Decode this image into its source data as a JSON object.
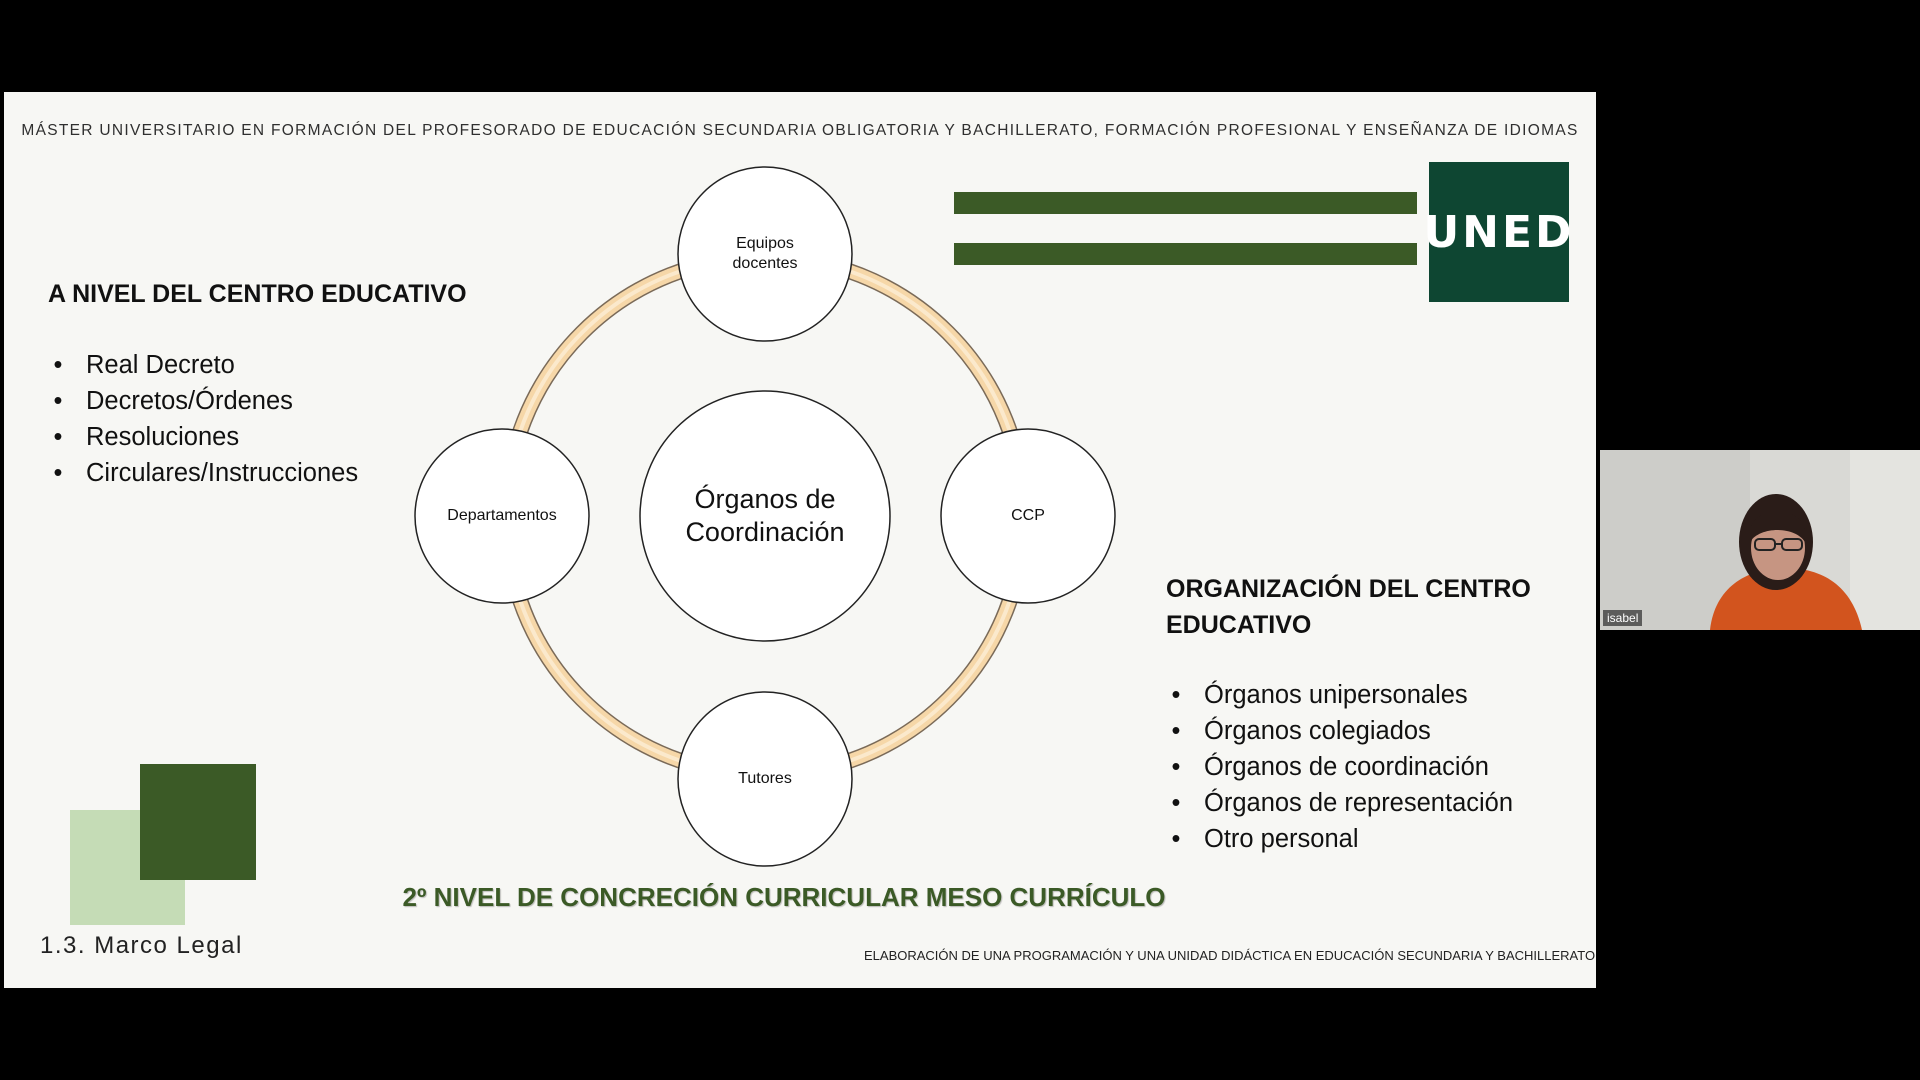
{
  "slide": {
    "header": "MÁSTER UNIVERSITARIO EN FORMACIÓN DEL PROFESORADO DE EDUCACIÓN SECUNDARIA OBLIGATORIA Y BACHILLERATO, FORMACIÓN PROFESIONAL Y ENSEÑANZA DE IDIOMAS",
    "logo_text": "UNED",
    "left_section": {
      "title": "A NIVEL DEL CENTRO EDUCATIVO",
      "items": [
        "Real Decreto",
        "Decretos/Órdenes",
        "Resoluciones",
        "Circulares/Instrucciones"
      ]
    },
    "right_section": {
      "title": "ORGANIZACIÓN DEL CENTRO EDUCATIVO",
      "items": [
        "Órganos unipersonales",
        "Órganos colegiados",
        "Órganos de coordinación",
        "Órganos de representación",
        "Otro personal"
      ]
    },
    "diagram": {
      "center": "Órganos de Coordinación",
      "top": "Equipos docentes",
      "right": "CCP",
      "bottom": "Tutores",
      "left": "Departamentos"
    },
    "bottom_title": "2º NIVEL DE CONCRECIÓN CURRICULAR MESO CURRÍCULO",
    "section_label": "1.3. Marco Legal",
    "footer": "ELABORACIÓN DE UNA PROGRAMACIÓN Y UNA UNIDAD DIDÁCTICA EN EDUCACIÓN SECUNDARIA Y BACHILLERATO",
    "bullet_glyph": "•"
  },
  "webcam": {
    "participant_name": "isabel"
  },
  "colors": {
    "brand_green": "#3b5a26",
    "uned_green": "#0e4632",
    "light_green": "#c5dcb6",
    "ring": "#f6d7a8"
  }
}
